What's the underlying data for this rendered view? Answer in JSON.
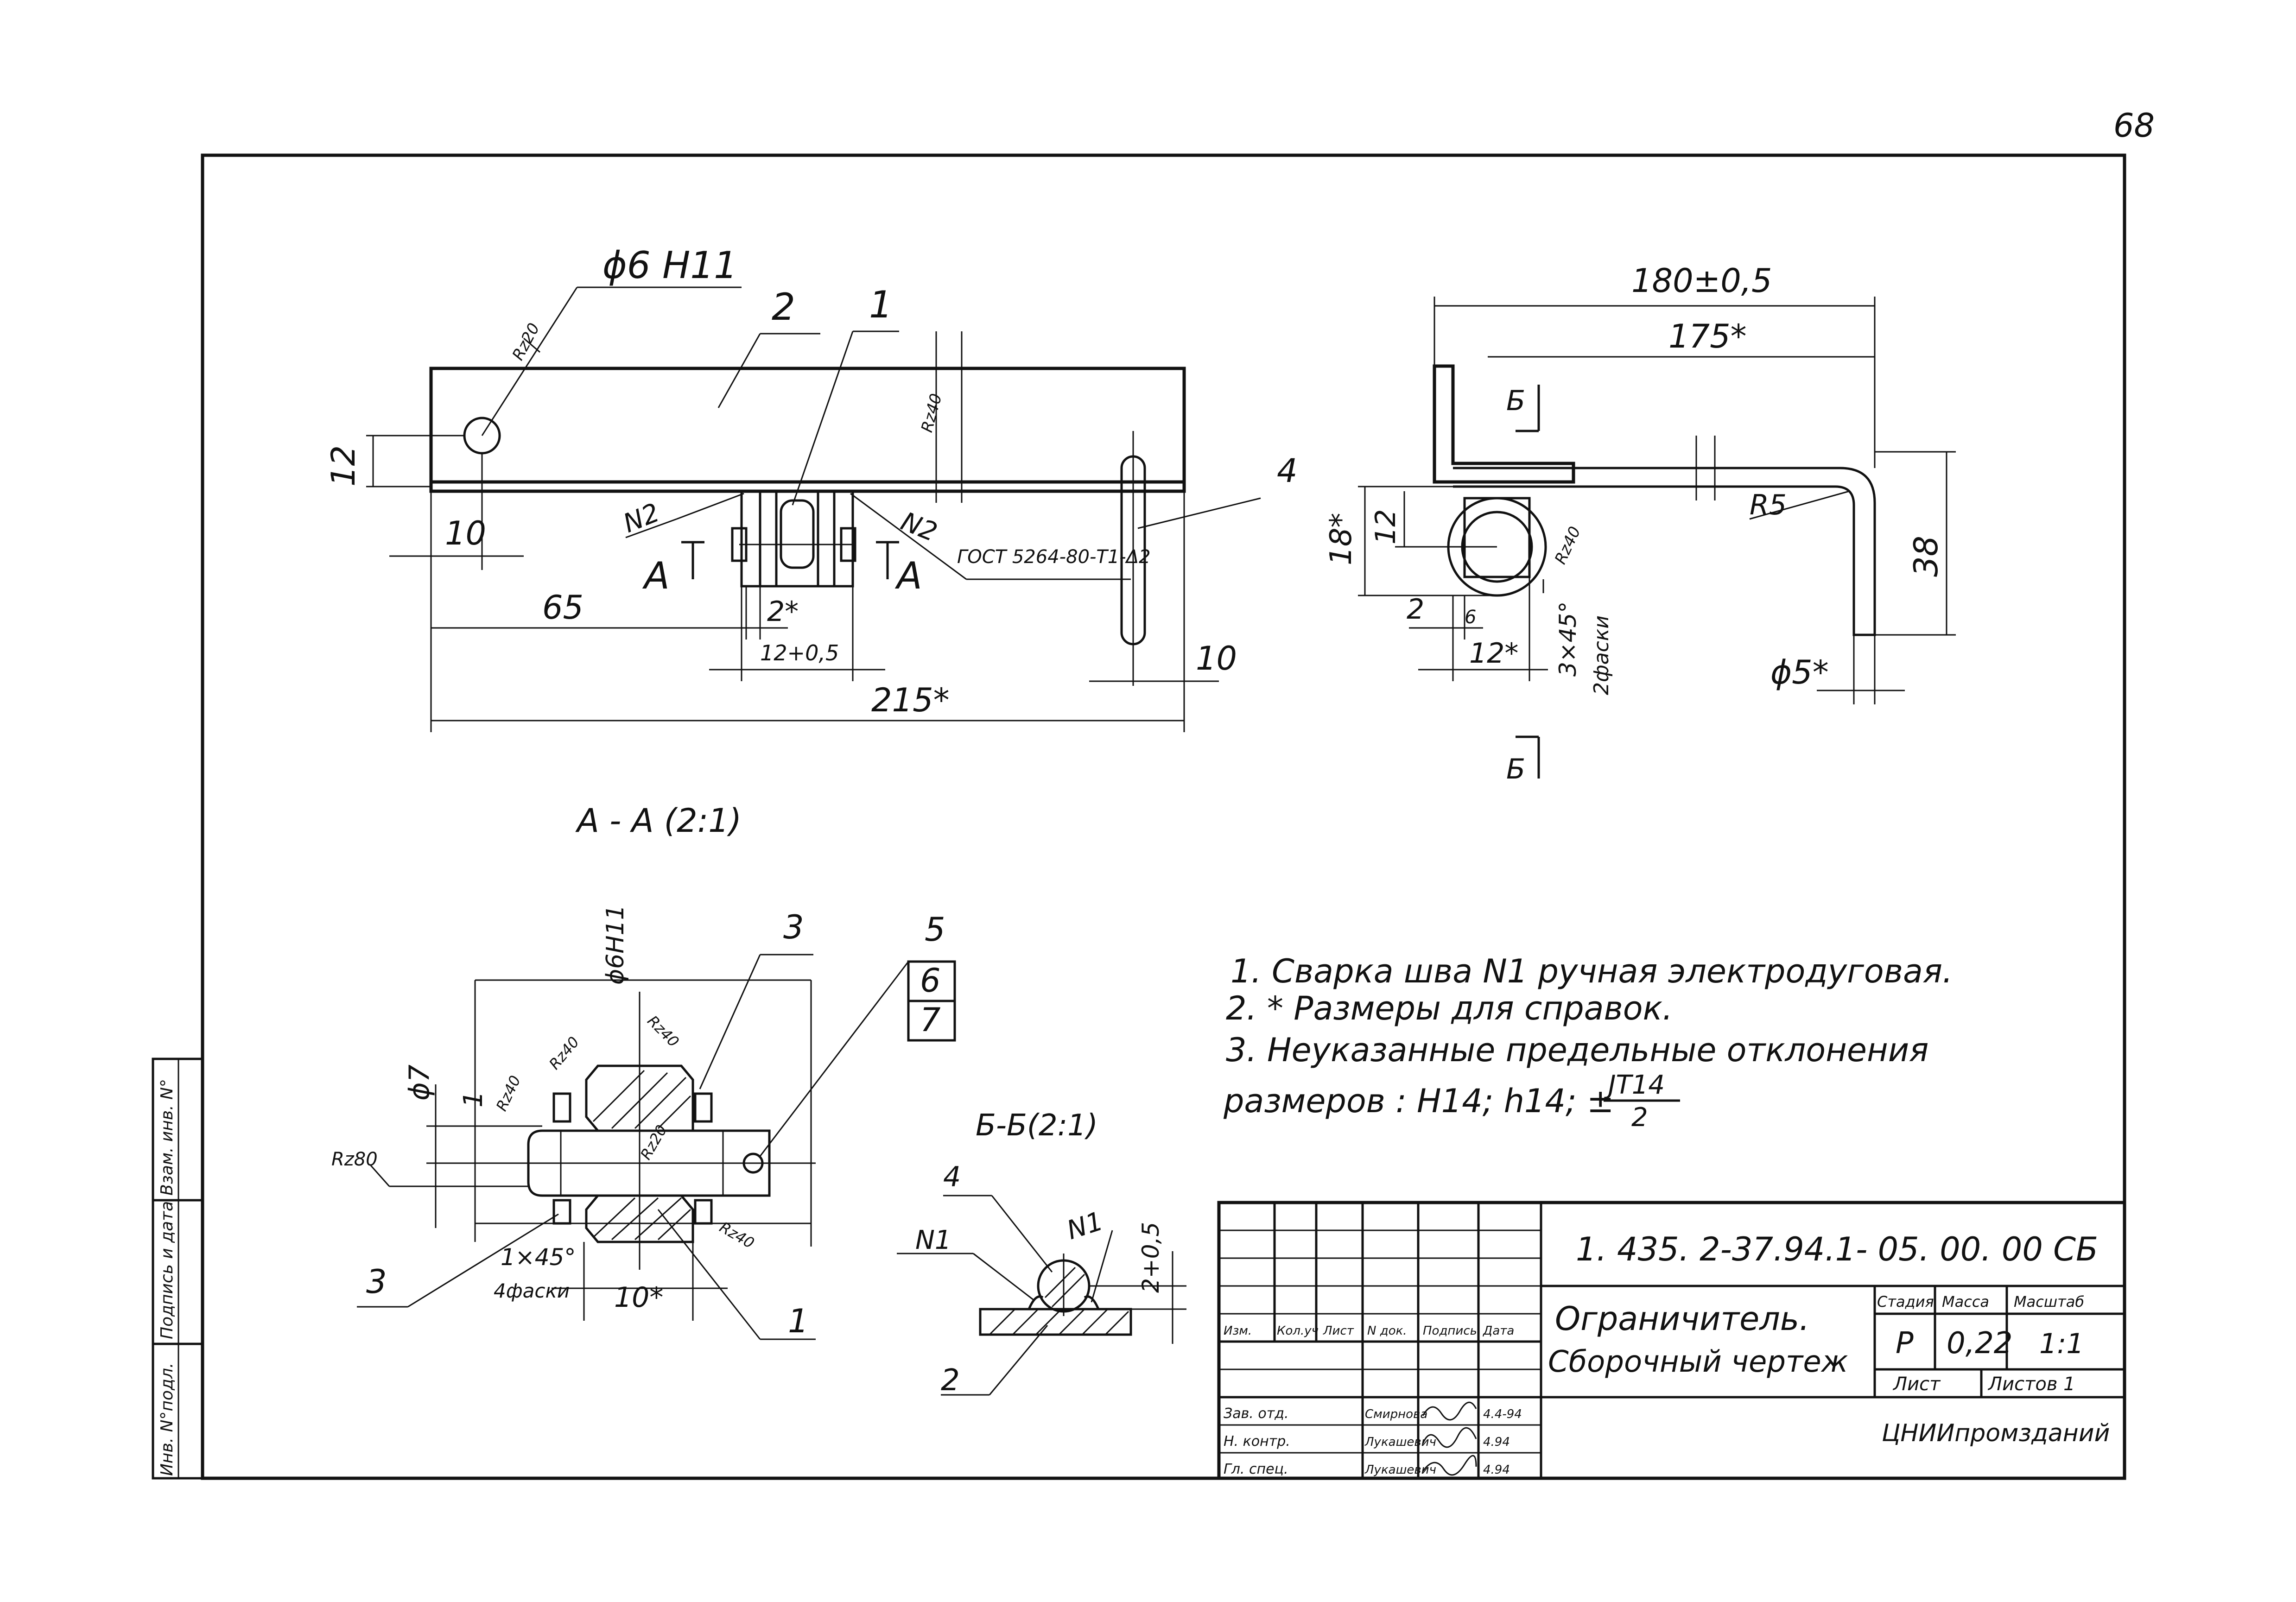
{
  "sheet_number": "68",
  "main_view": {
    "hole_label": "ϕ6 H11",
    "roughness_hole": "Rz20",
    "callout_1": "1",
    "callout_2": "2",
    "callout_4": "4",
    "dim_12": "12",
    "dim_10_left": "10",
    "weld_left": "N2",
    "weld_right": "N2",
    "section_a_left": "A",
    "section_a_right": "A",
    "weld_standard": "ГОСТ 5264-80-Т1-Δ2",
    "dim_2star": "2*",
    "dim_65": "65",
    "dim_12_tol": "12+0,5",
    "dim_10_right": "10",
    "dim_215": "215*",
    "roughness_right": "Rz40"
  },
  "side_view": {
    "dim_180": "180±0,5",
    "dim_175": "175*",
    "section_b_top": "Б",
    "section_b_bottom": "Б",
    "dim_r5": "R5",
    "dim_38": "38",
    "dim_18star": "18*",
    "dim_12": "12",
    "dim_2": "2",
    "dim_6": "6",
    "dim_12star": "12*",
    "chamfer": "3×45°",
    "chamfer_count": "2фаски",
    "roughness": "Rz40",
    "dim_d5": "ϕ5*"
  },
  "section_aa": {
    "title": "А - А (2:1)",
    "hole_label": "ϕ6H11",
    "callout_3_top": "3",
    "callout_3_bottom": "3",
    "callout_1": "1",
    "callout_5": "5",
    "callout_6": "6",
    "callout_7": "7",
    "dim_d7": "ϕ7",
    "dim_1": "1",
    "rz40_a": "Rz40",
    "rz40_b": "Rz40",
    "rz40_c": "Rz40",
    "rz40_d": "Rz40",
    "rz20": "Rz20",
    "rz80": "Rz80",
    "chamfer": "1×45°",
    "chamfer_count": "4фаски",
    "dim_10star": "10*"
  },
  "section_bb": {
    "title": "Б-Б(2:1)",
    "callout_4": "4",
    "callout_2": "2",
    "weld_left": "N1",
    "weld_right": "N1",
    "dim": "2+0,5"
  },
  "notes": {
    "line1": "1.  Сварка шва N1 ручная электродуговая.",
    "line2": "2. * Размеры   для   справок.",
    "line3": "3.  Неуказанные  предельные  отклонения",
    "line4_prefix": "размеров :  Н14;  h14;  ±",
    "line4_num": "JT14",
    "line4_den": "2"
  },
  "title_block": {
    "designation": "1. 435. 2-37.94.1- 05. 00. 00 СБ",
    "name_line1": "Ограничитель.",
    "name_line2": "Сборочный чертеж",
    "hdr_izm": "Изм.",
    "hdr_koluch": "Кол.уч",
    "hdr_list": "Лист",
    "hdr_ndok": "N док.",
    "hdr_podpis": "Подпись",
    "hdr_data": "Дата",
    "role1": "Зав. отд.",
    "name1": "Смирнова",
    "date1": "4.4-94",
    "role2": "Н. контр.",
    "name2": "Лукашевич",
    "date2": "4.94",
    "role3": "Гл. спец.",
    "name3": "Лукашевич",
    "date3": "4.94",
    "hdr_stadiya": "Стадия",
    "hdr_massa": "Масса",
    "hdr_masshtab": "Масштаб",
    "stadiya": "Р",
    "massa": "0,22",
    "masshtab": "1:1",
    "list_label": "Лист",
    "listov_label": "Листов 1",
    "organization": "ЦНИИпромзданий"
  },
  "side_stamp": {
    "cell1": "Инв. N°подл.",
    "cell2": "Подпись и дата",
    "cell3": "Взам. инв. N°"
  }
}
